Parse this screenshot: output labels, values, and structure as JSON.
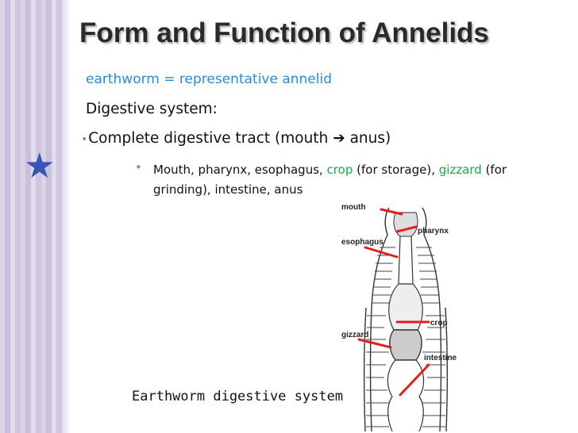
{
  "slide": {
    "title": "Form and Function of Annelids",
    "subtitle": "earthworm = representative annelid",
    "heading": "Digestive system:",
    "bullet_marker": "•",
    "bullet1": "Complete digestive tract (mouth ➔ anus)",
    "bullet2_parts": {
      "a": "Mouth, pharynx, esophagus, ",
      "crop": "crop",
      "b": " (for storage), ",
      "gizzard": "gizzard",
      "c": " (for grinding), intestine, anus"
    },
    "caption": "Earthworm digestive system",
    "star_icon": "star-icon",
    "diagram_labels": {
      "mouth": "mouth",
      "pharynx": "pharynx",
      "esophagus": "esophagus",
      "crop": "crop",
      "gizzard": "gizzard",
      "intestine": "intestine"
    }
  },
  "colors": {
    "accent_blue": "#2a8ad4",
    "accent_green": "#1aa84a",
    "star_blue": "#3b54b8",
    "pointer_red": "#e02020",
    "stripe_lavender": "#cfc7df"
  }
}
